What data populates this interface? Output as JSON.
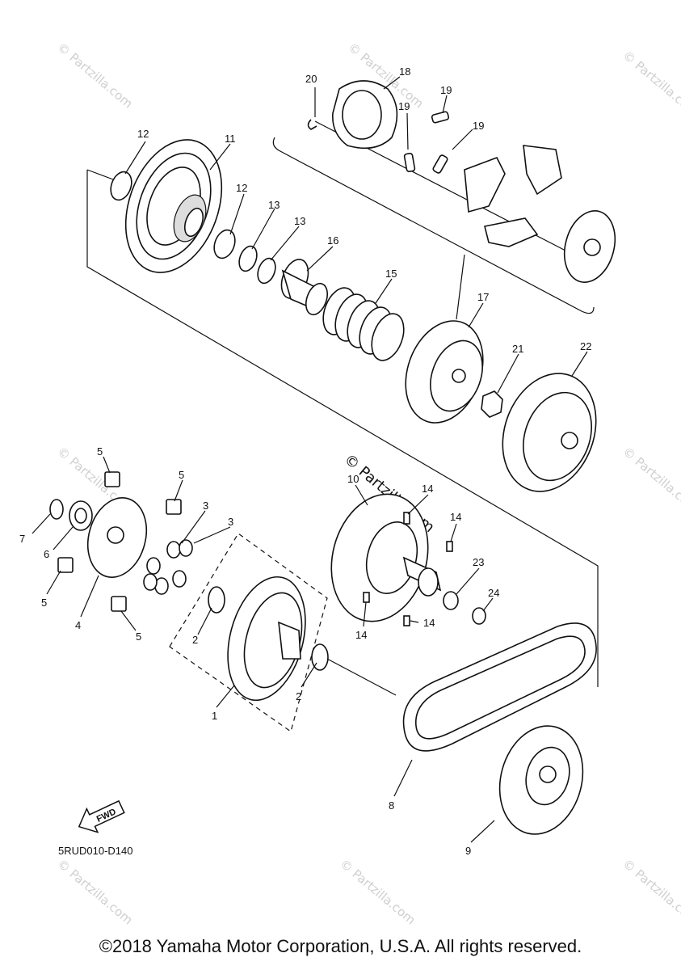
{
  "diagram": {
    "code": "5RUD010-D140",
    "fwd_label": "FWD",
    "watermark": "© Partzilla.com",
    "callouts": [
      "20",
      "18",
      "19",
      "19",
      "19",
      "12",
      "11",
      "12",
      "13",
      "13",
      "16",
      "15",
      "17",
      "21",
      "22",
      "5",
      "5",
      "3",
      "3",
      "7",
      "6",
      "5",
      "4",
      "5",
      "10",
      "14",
      "14",
      "23",
      "14",
      "14",
      "24",
      "2",
      "2",
      "1",
      "8",
      "9"
    ]
  },
  "footer": {
    "copyright": "©2018 Yamaha Motor Corporation, U.S.A. All rights reserved."
  }
}
